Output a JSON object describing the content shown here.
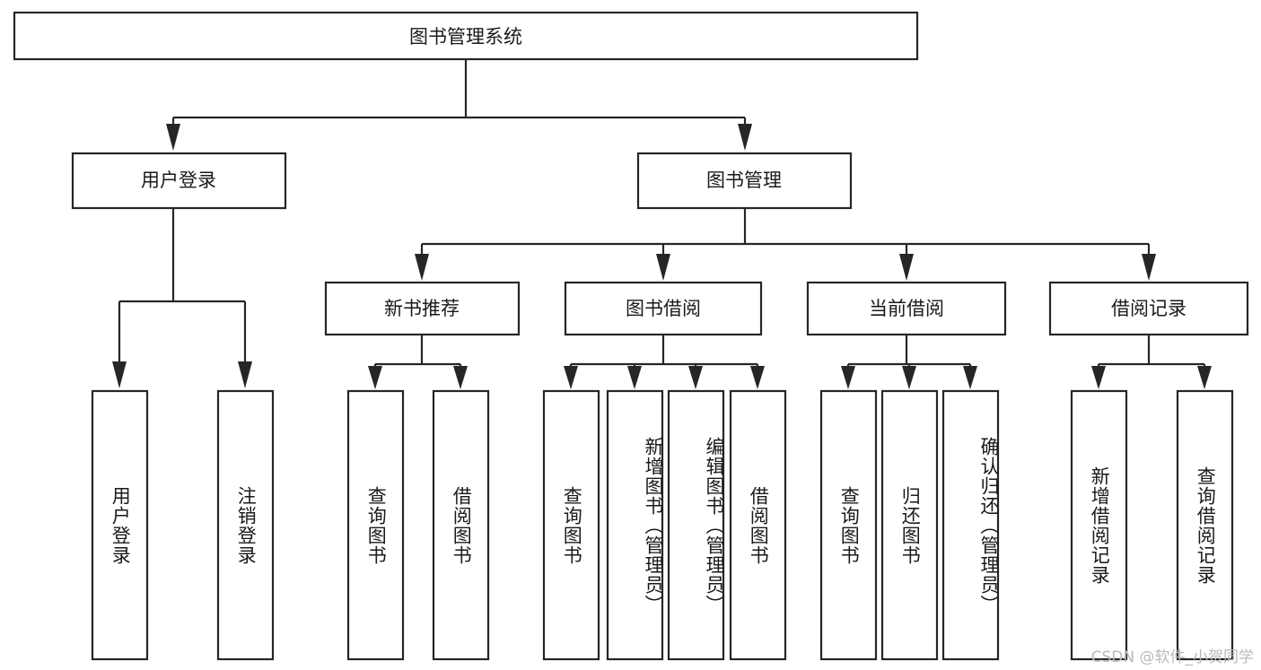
{
  "diagram": {
    "type": "tree-hierarchy-chart",
    "title": "图书管理系统",
    "orientation": "top-down",
    "colors": {
      "box_stroke": "#262626",
      "box_fill": "#ffffff",
      "text": "#1a1a1a",
      "connector": "#262626",
      "watermark": "#b9b9b9",
      "background": "#ffffff"
    },
    "levels": {
      "level1": [
        {
          "id": "root",
          "label": "图书管理系统"
        }
      ],
      "level2": [
        {
          "id": "user-login",
          "label": "用户登录",
          "parent": "root"
        },
        {
          "id": "book-manage",
          "label": "图书管理",
          "parent": "root"
        }
      ],
      "level3": [
        {
          "id": "new-book-rec",
          "label": "新书推荐",
          "parent": "book-manage"
        },
        {
          "id": "book-borrow",
          "label": "图书借阅",
          "parent": "book-manage"
        },
        {
          "id": "current-borrow",
          "label": "当前借阅",
          "parent": "book-manage"
        },
        {
          "id": "borrow-record",
          "label": "借阅记录",
          "parent": "book-manage"
        }
      ],
      "leaves": [
        {
          "id": "leaf-user-login",
          "label": "用户登录",
          "parent": "user-login"
        },
        {
          "id": "leaf-logout-login",
          "label": "注销登录",
          "parent": "user-login"
        },
        {
          "id": "leaf-query-book-1",
          "label": "查询图书",
          "parent": "new-book-rec"
        },
        {
          "id": "leaf-borrow-book-1",
          "label": "借阅图书",
          "parent": "new-book-rec"
        },
        {
          "id": "leaf-query-book-2",
          "label": "查询图书",
          "parent": "book-borrow"
        },
        {
          "id": "leaf-add-book",
          "label": "新增图书（管理员）",
          "parent": "book-borrow"
        },
        {
          "id": "leaf-edit-book",
          "label": "编辑图书（管理员）",
          "parent": "book-borrow"
        },
        {
          "id": "leaf-borrow-book-2",
          "label": "借阅图书",
          "parent": "book-borrow"
        },
        {
          "id": "leaf-query-book-3",
          "label": "查询图书",
          "parent": "current-borrow"
        },
        {
          "id": "leaf-return-book",
          "label": "归还图书",
          "parent": "current-borrow"
        },
        {
          "id": "leaf-confirm-return",
          "label": "确认归还（管理员）",
          "parent": "current-borrow"
        },
        {
          "id": "leaf-add-record",
          "label": "新增借阅记录",
          "parent": "borrow-record"
        },
        {
          "id": "leaf-query-record",
          "label": "查询借阅记录",
          "parent": "borrow-record"
        }
      ]
    },
    "watermark": "CSDN @软件_小贺同学"
  }
}
